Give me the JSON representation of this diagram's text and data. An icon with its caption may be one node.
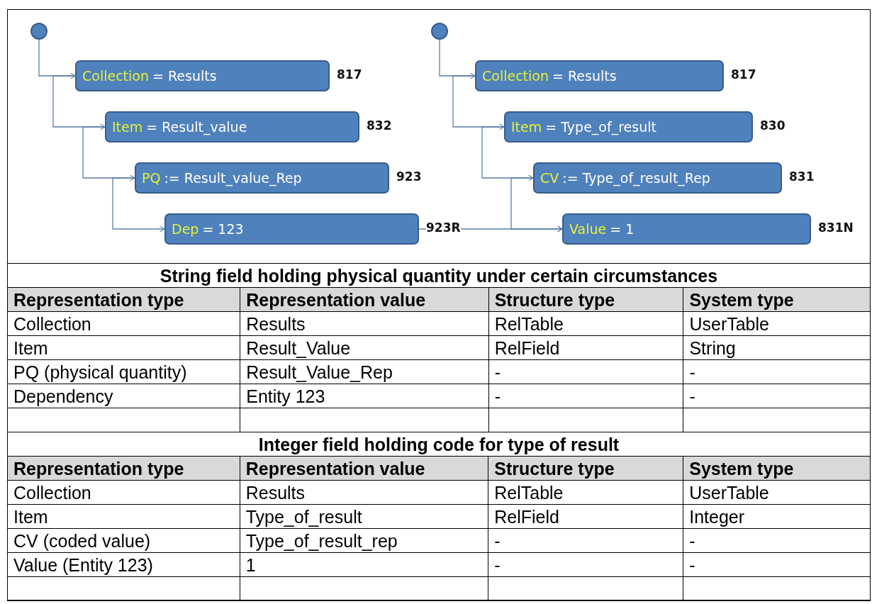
{
  "diagram": {
    "nodes": [
      {
        "text": [],
        "shape": "circle"
      },
      {
        "text": [
          "Collection",
          "= Results"
        ],
        "beside": [
          "817"
        ]
      },
      {
        "text": [
          "Item",
          "= Result_value"
        ],
        "beside": [
          "832"
        ]
      },
      {
        "text": [
          "PQ",
          ":= Result_value_Rep"
        ],
        "beside": [
          "923"
        ]
      },
      {
        "text": [
          "Dep",
          "= 123"
        ],
        "beside": [
          "923R"
        ]
      },
      {
        "text": [],
        "shape": "circle"
      },
      {
        "text": [
          "Collection",
          "= Results"
        ],
        "beside": [
          "817"
        ]
      },
      {
        "text": [
          "Item",
          "= Type_of_result"
        ],
        "beside": [
          "830"
        ]
      },
      {
        "text": [
          "CV",
          ":= Type_of_result_Rep"
        ],
        "beside": [
          "831"
        ]
      },
      {
        "text": [
          "Value",
          "= 1"
        ],
        "beside": [
          "831N"
        ]
      }
    ],
    "edges": [
      {
        "from": 0,
        "to": 1,
        "arrow": "to"
      },
      {
        "from": 1,
        "to": 2,
        "arrow": "to"
      },
      {
        "from": 2,
        "to": 3,
        "arrow": "to"
      },
      {
        "from": 3,
        "to": 4,
        "arrow": "to"
      },
      {
        "from": 5,
        "to": 6,
        "arrow": "to"
      },
      {
        "from": 6,
        "to": 7,
        "arrow": "to"
      },
      {
        "from": 7,
        "to": 8,
        "arrow": "to"
      },
      {
        "from": 8,
        "to": 9,
        "arrow": "to"
      },
      {
        "from": 4,
        "to": 9,
        "arrow": "to"
      }
    ],
    "labels": [
      "String field holding physical quantity under certain circumstances",
      "Representation type",
      "Representation value",
      "Structure type",
      "System type",
      "Collection",
      "Results",
      "RelTable",
      "UserTable",
      "Item",
      "Result_Value",
      "RelField",
      "String",
      "PQ (physical quantity)",
      "Result_Value_Rep",
      "-",
      "-",
      "Dependency",
      "Entity 123",
      "-",
      "-",
      "Integer field holding code for type of result",
      "Representation type",
      "Representation value",
      "Structure type",
      "System type",
      "Collection",
      "Results",
      "RelTable",
      "UserTable",
      "Item",
      "Type_of_result",
      "RelField",
      "Integer",
      "CV (coded value)",
      "Type_of_result_rep",
      "-",
      "-",
      "Value (Entity 123)",
      "1",
      "-",
      "-"
    ]
  }
}
